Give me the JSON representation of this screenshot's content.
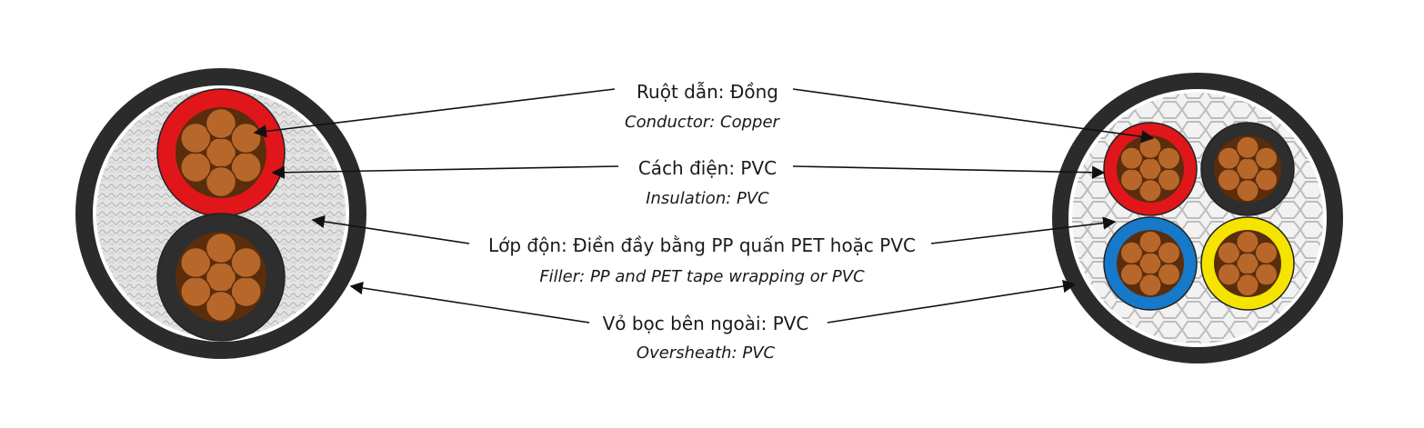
{
  "labels": [
    {
      "vi": "Ruột dẫn: Đồng",
      "en": "Conductor: Copper"
    },
    {
      "vi": "Cách điện: PVC",
      "en": "Insulation: PVC"
    },
    {
      "vi": "Lớp độn: Điền đầy bằng PP quấn PET hoặc PVC",
      "en": "Filler: PP and PET tape wrapping or PVC"
    },
    {
      "vi": "Vỏ bọc bên ngoài: PVC",
      "en": "Oversheath: PVC"
    }
  ],
  "colors": {
    "sheath": "#2b2b2b",
    "filler": "#e6e6e6",
    "copper": "#b8672a",
    "copper_edge": "#5a2d0c",
    "insulation_red": "#e0161b",
    "insulation_black": "#2e2e2e",
    "insulation_blue": "#1679c9",
    "insulation_yellow": "#f4e400",
    "arrow": "#111111"
  },
  "cables": [
    {
      "name": "2-core",
      "cores": [
        "insulation_red",
        "insulation_black"
      ]
    },
    {
      "name": "4-core",
      "cores": [
        "insulation_red",
        "insulation_black",
        "insulation_blue",
        "insulation_yellow"
      ]
    }
  ]
}
